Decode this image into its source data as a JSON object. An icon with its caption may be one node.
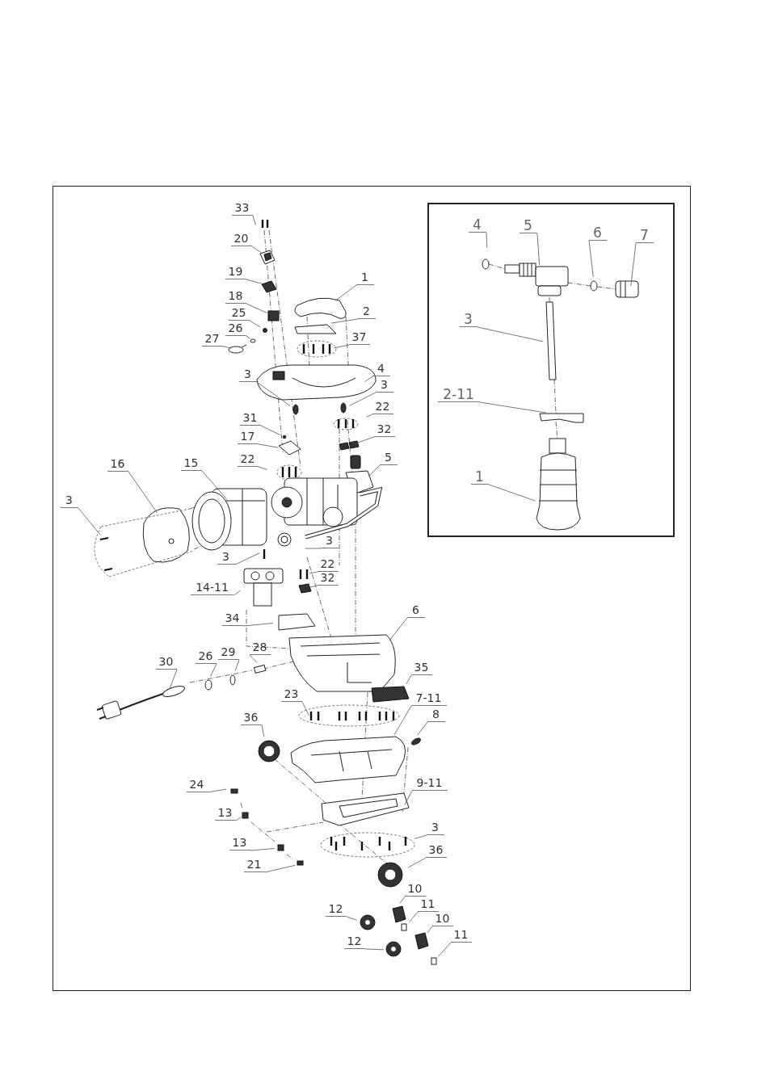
{
  "diagram": {
    "nodes": [
      {
        "text": [],
        "shape": "box"
      },
      {
        "text": [
          "33"
        ],
        "in": 0
      },
      {
        "text": [
          "20"
        ],
        "in": 0
      },
      {
        "text": [
          "19"
        ],
        "in": 0
      },
      {
        "text": [
          "18"
        ],
        "in": 0
      },
      {
        "text": [
          "25"
        ],
        "in": 0
      },
      {
        "text": [
          "26"
        ],
        "in": 0
      },
      {
        "text": [
          "27"
        ],
        "in": 0
      },
      {
        "text": [
          "1"
        ],
        "in": 0
      },
      {
        "text": [
          "2"
        ],
        "in": 0
      },
      {
        "text": [
          "37"
        ],
        "in": 0
      },
      {
        "text": [
          "3"
        ],
        "in": 0
      },
      {
        "text": [
          "4"
        ],
        "in": 0
      },
      {
        "text": [
          "3"
        ],
        "in": 0
      },
      {
        "text": [
          "22"
        ],
        "in": 0
      },
      {
        "text": [
          "31"
        ],
        "in": 0
      },
      {
        "text": [
          "32"
        ],
        "in": 0
      },
      {
        "text": [
          "17"
        ],
        "in": 0
      },
      {
        "text": [
          "22"
        ],
        "in": 0
      },
      {
        "text": [
          "5"
        ],
        "in": 0
      },
      {
        "text": [
          "16"
        ],
        "in": 0
      },
      {
        "text": [
          "15"
        ],
        "in": 0
      },
      {
        "text": [
          "3"
        ],
        "in": 0
      },
      {
        "text": [
          "3"
        ],
        "in": 0
      },
      {
        "text": [
          "3"
        ],
        "in": 0
      },
      {
        "text": [
          "22"
        ],
        "in": 0
      },
      {
        "text": [
          "32"
        ],
        "in": 0
      },
      {
        "text": [
          "14-11"
        ],
        "in": 0
      },
      {
        "text": [
          "34"
        ],
        "in": 0
      },
      {
        "text": [
          "6"
        ],
        "in": 0
      },
      {
        "text": [
          "28"
        ],
        "in": 0
      },
      {
        "text": [
          "26"
        ],
        "in": 0
      },
      {
        "text": [
          "29"
        ],
        "in": 0
      },
      {
        "text": [
          "30"
        ],
        "in": 0
      },
      {
        "text": [
          "35"
        ],
        "in": 0
      },
      {
        "text": [
          "23"
        ],
        "in": 0
      },
      {
        "text": [
          "36"
        ],
        "in": 0
      },
      {
        "text": [
          "7-11"
        ],
        "in": 0
      },
      {
        "text": [
          "8"
        ],
        "in": 0
      },
      {
        "text": [
          "24"
        ],
        "in": 0
      },
      {
        "text": [
          "13"
        ],
        "in": 0
      },
      {
        "text": [
          "9-11"
        ],
        "in": 0
      },
      {
        "text": [
          "13"
        ],
        "in": 0
      },
      {
        "text": [
          "3"
        ],
        "in": 0
      },
      {
        "text": [
          "21"
        ],
        "in": 0
      },
      {
        "text": [
          "36"
        ],
        "in": 0
      },
      {
        "text": [
          "10"
        ],
        "in": 0
      },
      {
        "text": [
          "11"
        ],
        "in": 0
      },
      {
        "text": [
          "12"
        ],
        "in": 0
      },
      {
        "text": [
          "10"
        ],
        "in": 0
      },
      {
        "text": [
          "12"
        ],
        "in": 0
      },
      {
        "text": [
          "11"
        ],
        "in": 0
      },
      {
        "text": [],
        "shape": "box",
        "in": 0
      },
      {
        "text": [
          "4"
        ],
        "in": 52
      },
      {
        "text": [
          "5"
        ],
        "in": 52
      },
      {
        "text": [
          "6"
        ],
        "in": 52
      },
      {
        "text": [
          "7"
        ],
        "in": 52
      },
      {
        "text": [
          "3"
        ],
        "in": 52
      },
      {
        "text": [
          "2-11"
        ],
        "in": 52
      },
      {
        "text": [
          "1"
        ],
        "in": 52
      }
    ],
    "edges": [
      {
        "from": 1,
        "to": null,
        "arrow": "none"
      },
      {
        "from": 2,
        "to": null,
        "arrow": "none"
      },
      {
        "from": 3,
        "to": null,
        "arrow": "none"
      },
      {
        "from": 4,
        "to": null,
        "arrow": "none"
      },
      {
        "from": 5,
        "to": null,
        "arrow": "none"
      },
      {
        "from": 6,
        "to": null,
        "arrow": "none"
      },
      {
        "from": 7,
        "to": null,
        "arrow": "none"
      },
      {
        "from": 8,
        "to": null,
        "arrow": "none"
      },
      {
        "from": 9,
        "to": null,
        "arrow": "none"
      },
      {
        "from": 10,
        "to": null,
        "arrow": "none"
      },
      {
        "from": 11,
        "to": null,
        "arrow": "none"
      },
      {
        "from": 12,
        "to": null,
        "arrow": "none"
      },
      {
        "from": 13,
        "to": null,
        "arrow": "none"
      },
      {
        "from": 14,
        "to": null,
        "arrow": "none"
      },
      {
        "from": 15,
        "to": null,
        "arrow": "none"
      },
      {
        "from": 16,
        "to": null,
        "arrow": "none"
      },
      {
        "from": 17,
        "to": null,
        "arrow": "none"
      },
      {
        "from": 18,
        "to": null,
        "arrow": "none"
      },
      {
        "from": 19,
        "to": null,
        "arrow": "none"
      },
      {
        "from": 20,
        "to": null,
        "arrow": "none"
      },
      {
        "from": 21,
        "to": null,
        "arrow": "none"
      },
      {
        "from": 22,
        "to": null,
        "arrow": "none"
      },
      {
        "from": 23,
        "to": null,
        "arrow": "none"
      },
      {
        "from": 24,
        "to": null,
        "arrow": "none"
      },
      {
        "from": 25,
        "to": null,
        "arrow": "none"
      },
      {
        "from": 26,
        "to": null,
        "arrow": "none"
      },
      {
        "from": 27,
        "to": null,
        "arrow": "none"
      },
      {
        "from": 28,
        "to": null,
        "arrow": "none"
      },
      {
        "from": 29,
        "to": null,
        "arrow": "none"
      },
      {
        "from": 30,
        "to": null,
        "arrow": "none"
      },
      {
        "from": 31,
        "to": null,
        "arrow": "none"
      },
      {
        "from": 32,
        "to": null,
        "arrow": "none"
      },
      {
        "from": 33,
        "to": null,
        "arrow": "none"
      },
      {
        "from": 34,
        "to": null,
        "arrow": "none"
      },
      {
        "from": 35,
        "to": null,
        "arrow": "none"
      },
      {
        "from": 36,
        "to": null,
        "arrow": "none"
      },
      {
        "from": 37,
        "to": null,
        "arrow": "none"
      },
      {
        "from": 38,
        "to": null,
        "arrow": "none"
      },
      {
        "from": 39,
        "to": null,
        "arrow": "none"
      },
      {
        "from": 40,
        "to": null,
        "arrow": "none"
      },
      {
        "from": 41,
        "to": null,
        "arrow": "none"
      },
      {
        "from": 42,
        "to": null,
        "arrow": "none"
      },
      {
        "from": 43,
        "to": null,
        "arrow": "none"
      },
      {
        "from": 44,
        "to": null,
        "arrow": "none"
      },
      {
        "from": 45,
        "to": null,
        "arrow": "none"
      },
      {
        "from": 46,
        "to": null,
        "arrow": "none"
      },
      {
        "from": 47,
        "to": null,
        "arrow": "none"
      },
      {
        "from": 48,
        "to": null,
        "arrow": "none"
      },
      {
        "from": 49,
        "to": null,
        "arrow": "none"
      },
      {
        "from": 50,
        "to": null,
        "arrow": "none"
      },
      {
        "from": 51,
        "to": null,
        "arrow": "none"
      },
      {
        "from": 53,
        "to": null,
        "arrow": "none"
      },
      {
        "from": 54,
        "to": null,
        "arrow": "none"
      },
      {
        "from": 55,
        "to": null,
        "arrow": "none"
      },
      {
        "from": 56,
        "to": null,
        "arrow": "none"
      },
      {
        "from": 57,
        "to": null,
        "arrow": "none"
      },
      {
        "from": 58,
        "to": null,
        "arrow": "none"
      },
      {
        "from": 59,
        "to": null,
        "arrow": "none"
      }
    ]
  }
}
